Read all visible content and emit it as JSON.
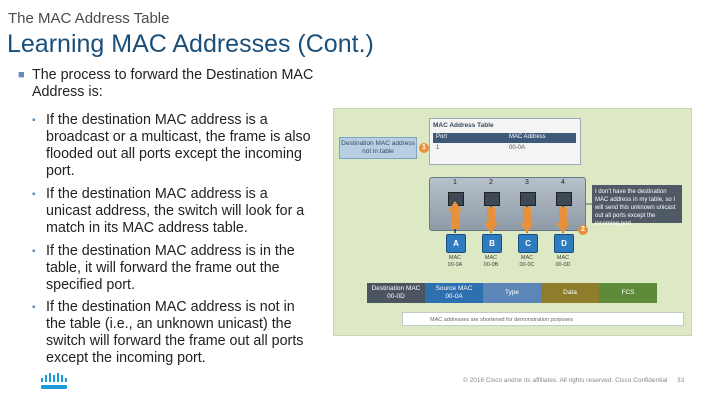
{
  "header": {
    "super_title": "The MAC Address Table",
    "title": "Learning MAC Addresses (Cont.)"
  },
  "intro": "The process to forward the Destination MAC Address is:",
  "bullets": [
    "If the destination MAC address is a broadcast or a multicast, the frame is also flooded out all ports except the incoming port.",
    "If the destination MAC address is a unicast address, the switch will look for a match in its MAC address table.",
    "If the destination MAC address is in the table, it will forward the frame out the specified port.",
    "If the destination MAC address is not in the table (i.e., an unknown unicast) the switch will forward the frame out all ports except the incoming port."
  ],
  "diagram": {
    "side_label": "Destination MAC address not in table",
    "badge_1": "1",
    "badge_2": "2",
    "mac_table": {
      "title": "MAC Address Table",
      "headers": [
        "Port",
        "MAC Address"
      ],
      "row": [
        "1",
        "00-0A"
      ]
    },
    "ports": [
      "1",
      "2",
      "3",
      "4"
    ],
    "callout": "I don't have the destination MAC address in my table, so I will send this unknown unicast out all ports except the incoming port.",
    "hosts": [
      {
        "label": "A",
        "mac": "MAC\n00-0A"
      },
      {
        "label": "B",
        "mac": "MAC\n00-0B"
      },
      {
        "label": "C",
        "mac": "MAC\n00-0C"
      },
      {
        "label": "D",
        "mac": "MAC\n00-0D"
      }
    ],
    "frame": [
      {
        "label": "Destination MAC\n00-0D",
        "color": "#4a5561"
      },
      {
        "label": "Source MAC\n00-0A",
        "color": "#2e6fb0"
      },
      {
        "label": "Type",
        "color": "#5b86b7"
      },
      {
        "label": "Data",
        "color": "#8d7d2d"
      },
      {
        "label": "FCS",
        "color": "#5d8b3a"
      }
    ],
    "footnote": "MAC addresses are shortened for demonstration purposes"
  },
  "footer": {
    "copyright": "© 2016 Cisco and/or its affiliates. All rights reserved. Cisco Confidential",
    "page_number": "33"
  },
  "colors": {
    "title": "#1a4f7a",
    "bullet_marker": "#5b8db8",
    "diagram_bg": "#dde9c4",
    "accent_orange": "#e8913c"
  }
}
